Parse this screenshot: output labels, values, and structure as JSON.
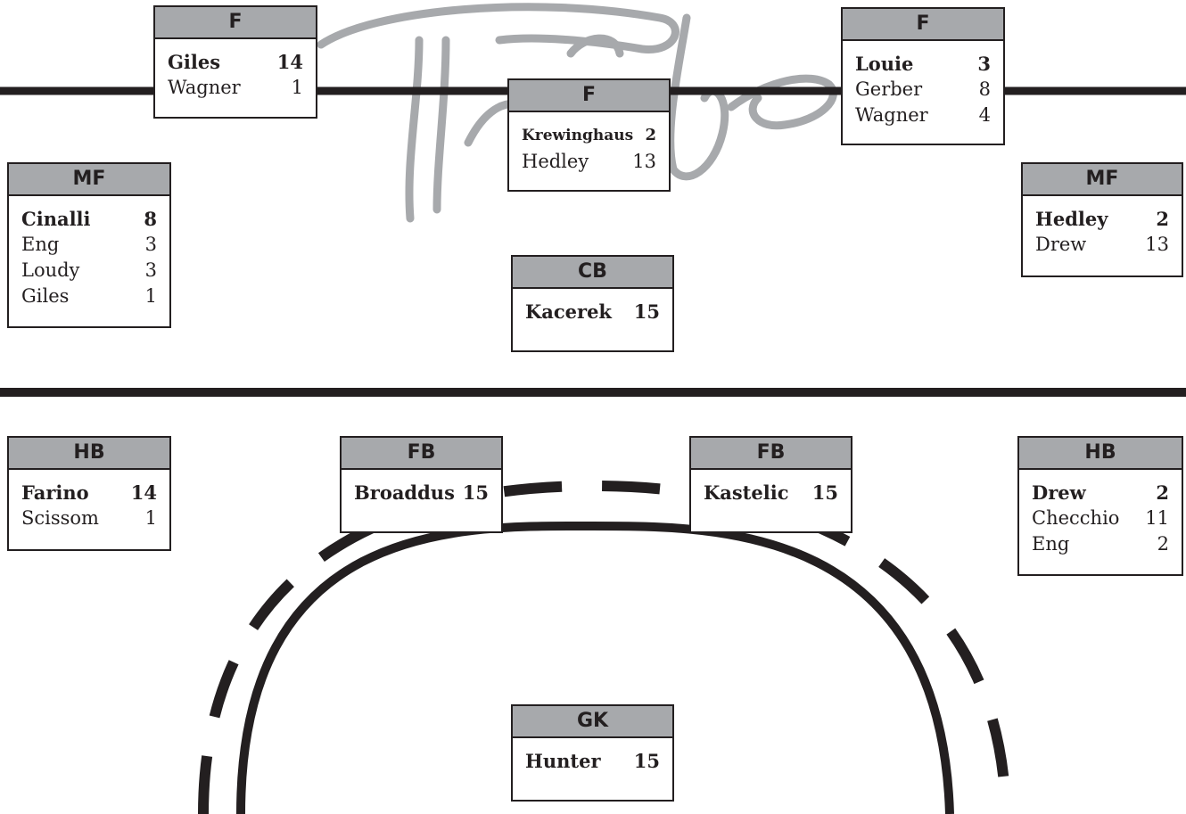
{
  "watermark": {
    "text": "Tribe",
    "color": "#a7a9ac"
  },
  "colors": {
    "line": "#231f20",
    "header": "#a7a9ac",
    "box": "#ffffff"
  },
  "positions": {
    "f_left": {
      "label": "F",
      "players": [
        {
          "name": "Giles",
          "count": "14"
        },
        {
          "name": "Wagner",
          "count": "1"
        }
      ]
    },
    "f_center": {
      "label": "F",
      "players": [
        {
          "name": "Krewinghaus",
          "count": "2"
        },
        {
          "name": "Hedley",
          "count": "13"
        }
      ]
    },
    "f_right": {
      "label": "F",
      "players": [
        {
          "name": "Louie",
          "count": "3"
        },
        {
          "name": "Gerber",
          "count": "8"
        },
        {
          "name": "Wagner",
          "count": "4"
        }
      ]
    },
    "mf_left": {
      "label": "MF",
      "players": [
        {
          "name": "Cinalli",
          "count": "8"
        },
        {
          "name": "Eng",
          "count": "3"
        },
        {
          "name": "Loudy",
          "count": "3"
        },
        {
          "name": "Giles",
          "count": "1"
        }
      ]
    },
    "mf_right": {
      "label": "MF",
      "players": [
        {
          "name": "Hedley",
          "count": "2"
        },
        {
          "name": "Drew",
          "count": "13"
        }
      ]
    },
    "cb": {
      "label": "CB",
      "players": [
        {
          "name": "Kacerek",
          "count": "15"
        }
      ]
    },
    "hb_left": {
      "label": "HB",
      "players": [
        {
          "name": "Farino",
          "count": "14"
        },
        {
          "name": "Scissom",
          "count": "1"
        }
      ]
    },
    "fb_left": {
      "label": "FB",
      "players": [
        {
          "name": "Broaddus",
          "count": "15"
        }
      ]
    },
    "fb_right": {
      "label": "FB",
      "players": [
        {
          "name": "Kastelic",
          "count": "15"
        }
      ]
    },
    "hb_right": {
      "label": "HB",
      "players": [
        {
          "name": "Drew",
          "count": "2"
        },
        {
          "name": "Checchio",
          "count": "11"
        },
        {
          "name": "Eng",
          "count": "2"
        }
      ]
    },
    "gk": {
      "label": "GK",
      "players": [
        {
          "name": "Hunter",
          "count": "15"
        }
      ]
    }
  }
}
